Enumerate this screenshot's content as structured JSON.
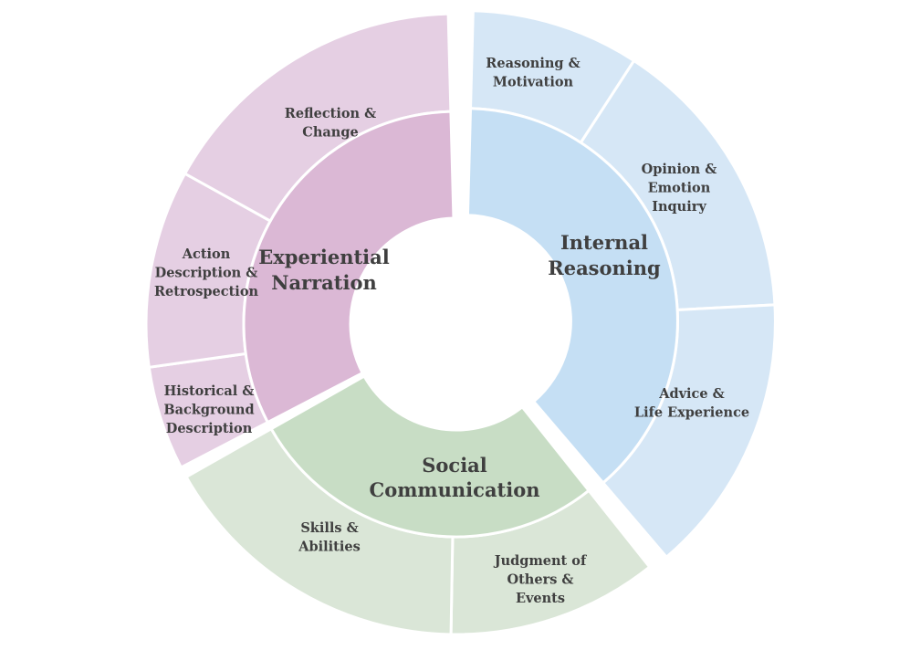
{
  "diagram": {
    "groups": [
      {
        "key": "internal",
        "label": [
          "Internal",
          "Reasoning"
        ],
        "inner_color": "#c5dff4",
        "outer_color": "#d6e7f6",
        "children": [
          {
            "key": "reasoning",
            "label": [
              "Reasoning &",
              "Motivation"
            ]
          },
          {
            "key": "opinion",
            "label": [
              "Opinion &",
              "Emotion",
              "Inquiry"
            ]
          },
          {
            "key": "advice",
            "label": [
              "Advice &",
              "Life Experience"
            ]
          }
        ]
      },
      {
        "key": "social",
        "label": [
          "Social",
          "Communication"
        ],
        "inner_color": "#c8ddc5",
        "outer_color": "#dae6d7",
        "children": [
          {
            "key": "judgment",
            "label": [
              "Judgment of",
              "Others &",
              "Events"
            ]
          },
          {
            "key": "skills",
            "label": [
              "Skills &",
              "Abilities"
            ]
          }
        ]
      },
      {
        "key": "experiential",
        "label": [
          "Experiential",
          "Narration"
        ],
        "inner_color": "#dbb8d5",
        "outer_color": "#e5cfe3",
        "children": [
          {
            "key": "historical",
            "label": [
              "Historical &",
              "Background",
              "Description"
            ]
          },
          {
            "key": "action",
            "label": [
              "Action",
              "Description &",
              "Retrospection"
            ]
          },
          {
            "key": "reflection",
            "label": [
              "Reflection &",
              "Change"
            ]
          }
        ]
      }
    ]
  }
}
